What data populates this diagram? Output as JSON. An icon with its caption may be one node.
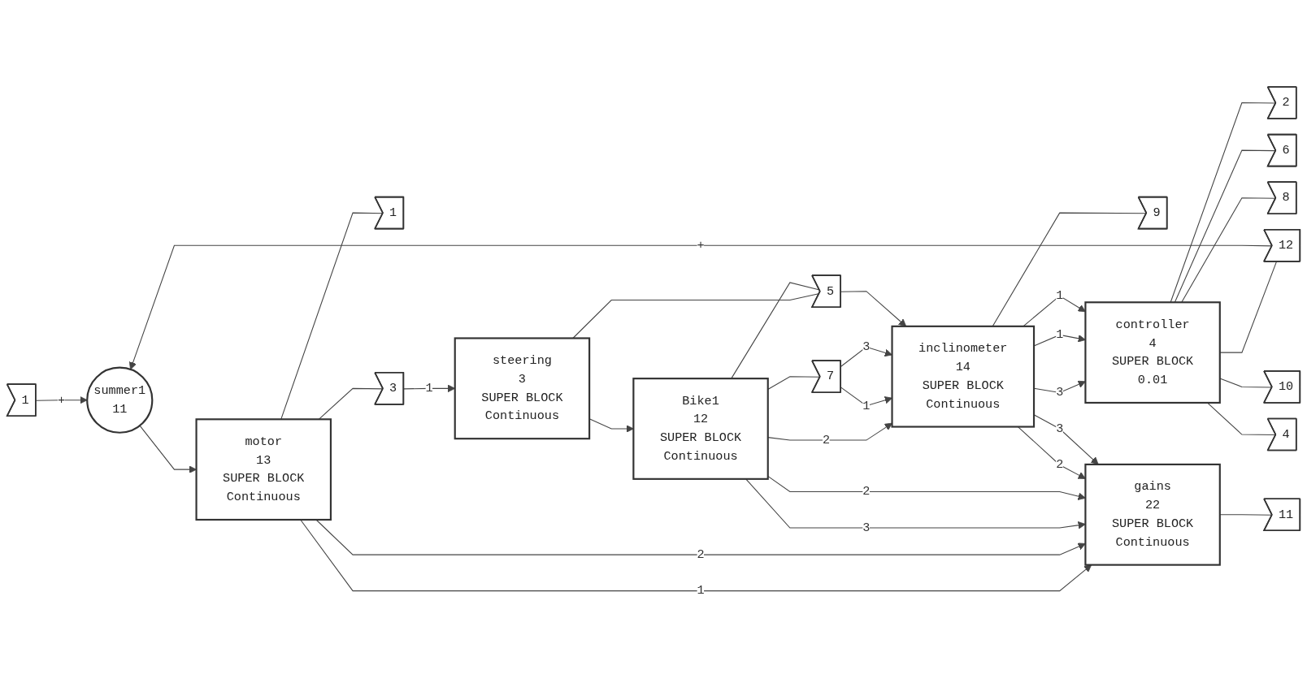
{
  "diagram": {
    "nodes": [
      {
        "text": [
          "1"
        ]
      },
      {
        "text": [
          "summer1",
          "11"
        ]
      },
      {
        "text": [
          "motor",
          "13",
          "SUPER BLOCK",
          "Continuous"
        ]
      },
      {
        "text": [
          "1"
        ]
      },
      {
        "text": [
          "3"
        ]
      },
      {
        "text": [
          "steering",
          "3",
          "SUPER BLOCK",
          "Continuous"
        ]
      },
      {
        "text": [
          "Bike1",
          "12",
          "SUPER BLOCK",
          "Continuous"
        ]
      },
      {
        "text": [
          "7"
        ]
      },
      {
        "text": [
          "5"
        ]
      },
      {
        "text": [
          "inclinometer",
          "14",
          "SUPER BLOCK",
          "Continuous"
        ]
      },
      {
        "text": [
          "9"
        ]
      },
      {
        "text": [
          "controller",
          "4",
          "SUPER BLOCK",
          "0.01"
        ]
      },
      {
        "text": [
          "12"
        ]
      },
      {
        "text": [
          "2"
        ]
      },
      {
        "text": [
          "6"
        ]
      },
      {
        "text": [
          "8"
        ]
      },
      {
        "text": [
          "10"
        ]
      },
      {
        "text": [
          "4"
        ]
      },
      {
        "text": [
          "gains",
          "22",
          "SUPER BLOCK",
          "Continuous"
        ]
      },
      {
        "text": [
          "11"
        ]
      }
    ],
    "edges": [
      {
        "from": 0,
        "to": 1,
        "arrow": "to",
        "label": "+"
      },
      {
        "from": 12,
        "to": 1,
        "arrow": "to",
        "label": "+"
      },
      {
        "from": 1,
        "to": 2,
        "arrow": "to"
      },
      {
        "from": 2,
        "to": 3,
        "arrow": "none"
      },
      {
        "from": 2,
        "to": 4,
        "arrow": "none"
      },
      {
        "from": 4,
        "to": 5,
        "arrow": "to",
        "label": "1"
      },
      {
        "from": 5,
        "to": 6,
        "arrow": "to"
      },
      {
        "from": 5,
        "to": 8,
        "arrow": "none"
      },
      {
        "from": 6,
        "to": 9,
        "arrow": "to",
        "label": "2"
      },
      {
        "from": 6,
        "to": 7,
        "arrow": "none"
      },
      {
        "from": 7,
        "to": 9,
        "arrow": "to",
        "label": "1"
      },
      {
        "from": 7,
        "to": 9,
        "arrow": "to",
        "label": "3"
      },
      {
        "from": 6,
        "to": 8,
        "arrow": "none"
      },
      {
        "from": 8,
        "to": 9,
        "arrow": "to"
      },
      {
        "from": 9,
        "to": 10,
        "arrow": "none"
      },
      {
        "from": 9,
        "to": 11,
        "arrow": "to",
        "label": "3"
      },
      {
        "from": 9,
        "to": 11,
        "arrow": "to",
        "label": "1"
      },
      {
        "from": 9,
        "to": 11,
        "arrow": "to",
        "label": "1"
      },
      {
        "from": 2,
        "to": 18,
        "arrow": "to",
        "label": "1"
      },
      {
        "from": 2,
        "to": 18,
        "arrow": "to",
        "label": "2"
      },
      {
        "from": 6,
        "to": 18,
        "arrow": "to",
        "label": "3"
      },
      {
        "from": 6,
        "to": 18,
        "arrow": "to",
        "label": "2"
      },
      {
        "from": 9,
        "to": 18,
        "arrow": "to",
        "label": "2"
      },
      {
        "from": 9,
        "to": 18,
        "arrow": "to",
        "label": "3"
      },
      {
        "from": 11,
        "to": 12,
        "arrow": "none"
      },
      {
        "from": 11,
        "to": 13,
        "arrow": "none"
      },
      {
        "from": 11,
        "to": 14,
        "arrow": "none"
      },
      {
        "from": 11,
        "to": 15,
        "arrow": "none"
      },
      {
        "from": 11,
        "to": 16,
        "arrow": "none"
      },
      {
        "from": 11,
        "to": 17,
        "arrow": "none"
      },
      {
        "from": 18,
        "to": 19,
        "arrow": "none"
      }
    ]
  }
}
